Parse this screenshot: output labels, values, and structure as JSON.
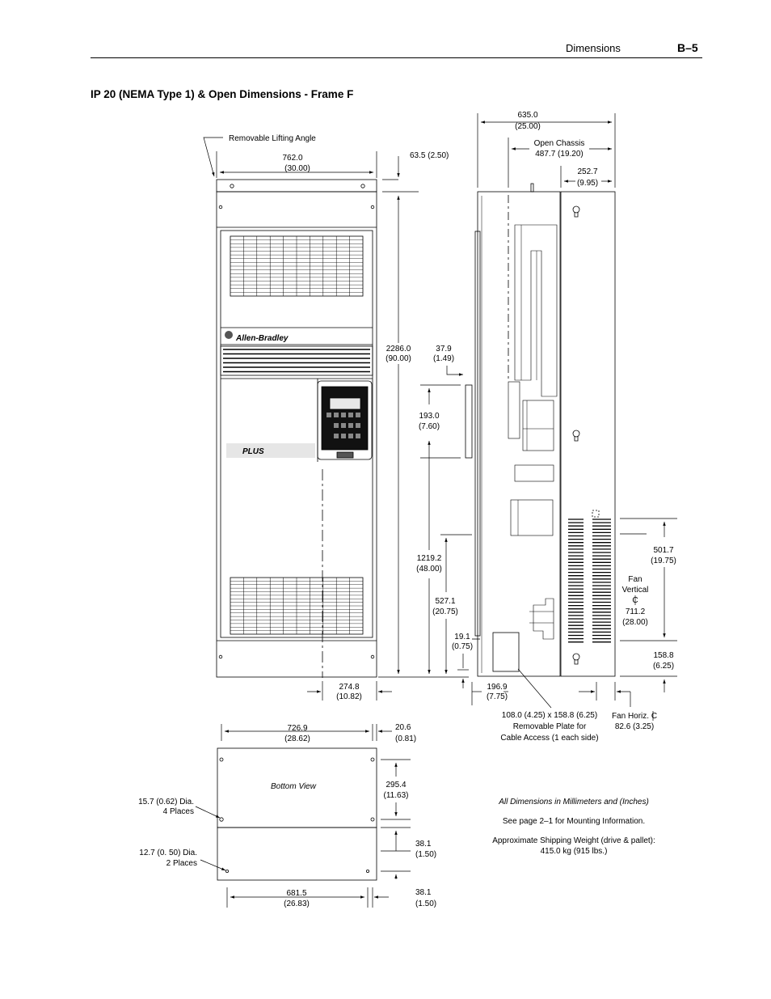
{
  "header": {
    "section": "Dimensions",
    "page": "B–5"
  },
  "title": "IP 20 (NEMA Type 1) & Open Dimensions - Frame F",
  "front": {
    "lifting_angle": "Removable Lifting Angle",
    "width_mm": "762.0",
    "width_in": "(30.00)",
    "top_offset": "63.5 (2.50)",
    "height_mm": "2286.0",
    "height_in": "(90.00)",
    "center_mm": "274.8",
    "center_in": "(10.82)",
    "brand": "Allen-Bradley",
    "logo": "PLUS"
  },
  "side": {
    "total_mm": "635.0",
    "total_in": "(25.00)",
    "chassis_label": "Open  Chassis",
    "chassis_dim": "487.7 (19.20)",
    "right_mm": "252.7",
    "right_in": "(9.95)",
    "hip_mm": "37.9",
    "hip_in": "(1.49)",
    "hood_mm": "193.0",
    "hood_in": "(7.60)",
    "mid_mm": "1219.2",
    "mid_in": "(48.00)",
    "low_mm": "527.1",
    "low_in": "(20.75)",
    "foot_mm": "19.1",
    "foot_in": "(0.75)",
    "plate_off_mm": "196.9",
    "plate_off_in": "(7.75)",
    "plate_line1": "108.0 (4.25) x 158.8 (6.25)",
    "plate_line2": "Removable Plate for",
    "plate_line3": "Cable Access (1 each side)",
    "fan_span_mm": "501.7",
    "fan_span_in": "(19.75)",
    "fan_l1": "Fan",
    "fan_l2": "Vertical",
    "fan_cl": "C",
    "fan_v_mm": "711.2",
    "fan_v_in": "(28.00)",
    "fan_bot_mm": "158.8",
    "fan_bot_in": "(6.25)",
    "fan_h_label": "Fan Horiz. C",
    "fan_h_dim": "82.6 (3.25)"
  },
  "bottom": {
    "width_mm": "726.9",
    "width_in": "(28.62)",
    "edge_mm": "20.6",
    "edge_in": "(0.81)",
    "label": "Bottom View",
    "depth_mm": "295.4",
    "depth_in": "(11.63)",
    "hole1_line1": "15.7 (0.62) Dia.",
    "hole1_line2": "4 Places",
    "hole2_line1": "12.7 (0. 50) Dia.",
    "hole2_line2": "2 Places",
    "gap1_mm": "38.1",
    "gap1_in": "(1.50)",
    "gap2_mm": "38.1",
    "gap2_in": "(1.50)",
    "lower_mm": "681.5",
    "lower_in": "(26.83)"
  },
  "notes": {
    "line1": "All Dimensions in Millimeters and (Inches)",
    "line2": "See page 2–1 for Mounting Information.",
    "line3": "Approximate Shipping Weight (drive & pallet):",
    "line4": "415.0 kg (915 lbs.)"
  }
}
